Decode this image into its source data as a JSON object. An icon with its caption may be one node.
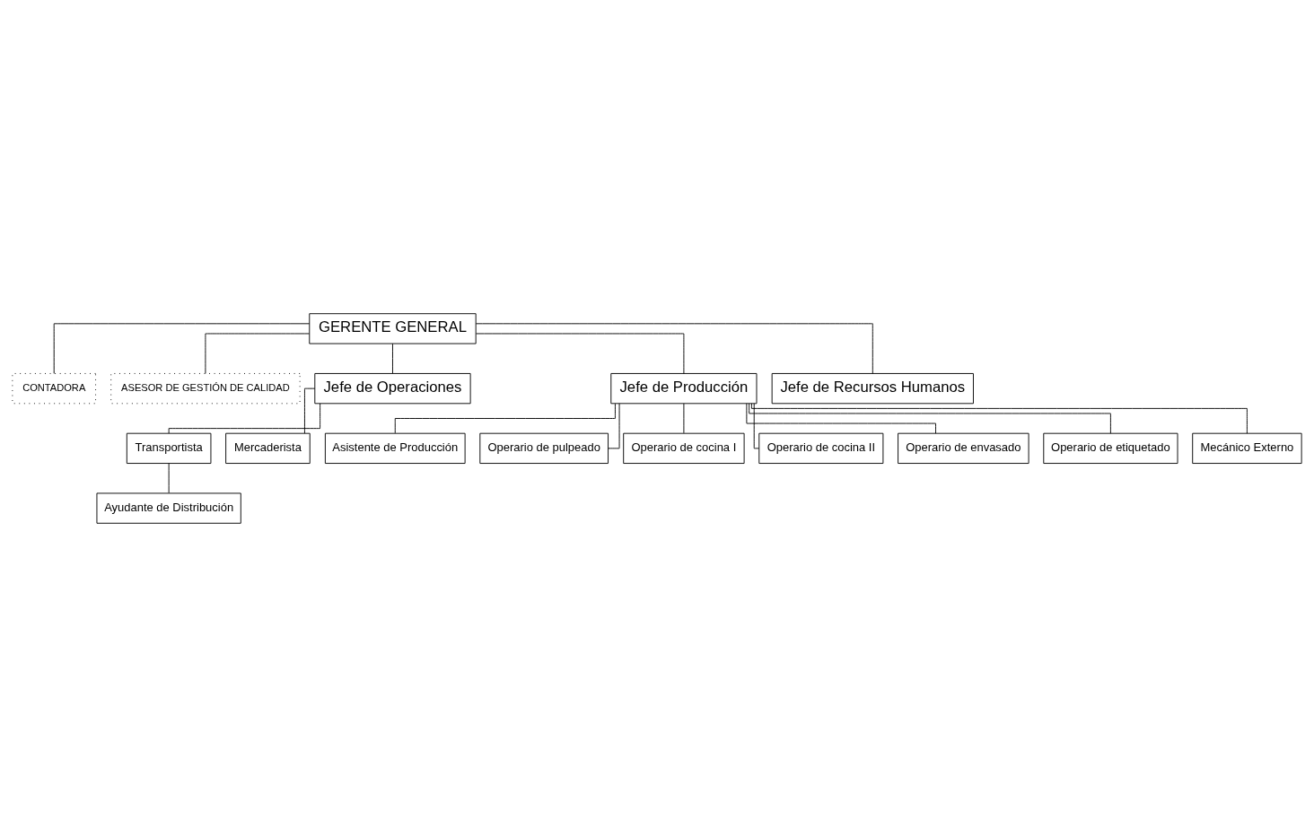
{
  "diagram": {
    "nodes": [
      {
        "text": [
          "GERENTE GENERAL"
        ]
      },
      {
        "text": [
          "CONTADORA"
        ]
      },
      {
        "text": [
          "ASESOR DE GESTIÓN DE CALIDAD"
        ]
      },
      {
        "text": [
          "Jefe de Operaciones"
        ]
      },
      {
        "text": [
          "Jefe de Producción"
        ]
      },
      {
        "text": [
          "Jefe de Recursos Humanos"
        ]
      },
      {
        "text": [
          "Transportista"
        ]
      },
      {
        "text": [
          "Mercaderista"
        ]
      },
      {
        "text": [
          "Ayudante de Distribución"
        ]
      },
      {
        "text": [
          "Asistente de Producción"
        ]
      },
      {
        "text": [
          "Operario de pulpeado"
        ]
      },
      {
        "text": [
          "Operario de cocina I"
        ]
      },
      {
        "text": [
          "Operario de cocina II"
        ]
      },
      {
        "text": [
          "Operario de envasado"
        ]
      },
      {
        "text": [
          "Operario de etiquetado"
        ]
      },
      {
        "text": [
          "Mecánico Externo"
        ]
      }
    ],
    "edges": [
      {
        "from": 0,
        "to": 1,
        "arrow": "none"
      },
      {
        "from": 0,
        "to": 2,
        "arrow": "none"
      },
      {
        "from": 0,
        "to": 3,
        "arrow": "none"
      },
      {
        "from": 0,
        "to": 4,
        "arrow": "none"
      },
      {
        "from": 0,
        "to": 5,
        "arrow": "none"
      },
      {
        "from": 3,
        "to": 6,
        "arrow": "none"
      },
      {
        "from": 3,
        "to": 7,
        "arrow": "none"
      },
      {
        "from": 6,
        "to": 8,
        "arrow": "none"
      },
      {
        "from": 4,
        "to": 9,
        "arrow": "none"
      },
      {
        "from": 4,
        "to": 10,
        "arrow": "none"
      },
      {
        "from": 4,
        "to": 11,
        "arrow": "none"
      },
      {
        "from": 4,
        "to": 12,
        "arrow": "none"
      },
      {
        "from": 4,
        "to": 13,
        "arrow": "none"
      },
      {
        "from": 4,
        "to": 14,
        "arrow": "none"
      },
      {
        "from": 4,
        "to": 15,
        "arrow": "none"
      }
    ]
  }
}
